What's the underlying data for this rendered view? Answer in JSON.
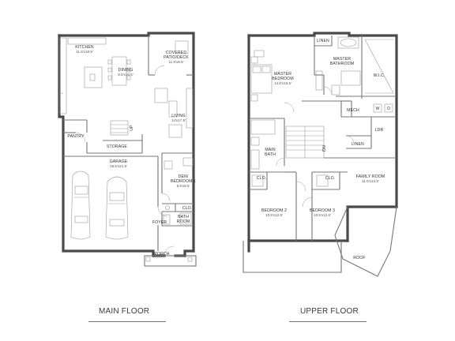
{
  "main_floor": {
    "title": "MAIN FLOOR",
    "rooms": {
      "kitchen": {
        "name": "KITCHEN",
        "dim": "11.5'x19.5'"
      },
      "patio": {
        "name1": "COVERED",
        "name2": "PATIO/DECK",
        "dim": "11.5'x9.5'"
      },
      "dining": {
        "name": "DINING",
        "dim": "9.5'x19.5'"
      },
      "living": {
        "name": "LIVING",
        "dim": "14'x17.5'"
      },
      "pantry": {
        "name": "PANTRY"
      },
      "up": {
        "name": "UP"
      },
      "storage": {
        "name": "STORAGE"
      },
      "garage": {
        "name": "GARAGE",
        "dim": "19.5'x21.5'"
      },
      "den": {
        "name1": "DEN/",
        "name2": "BEDROOM 1",
        "dim": "8.5'x9.5'"
      },
      "clo": {
        "name": "CLO."
      },
      "bath": {
        "name1": "BATH",
        "name2": "ROOM"
      },
      "foyer": {
        "name": "FOYER"
      },
      "porch": {
        "name": "PORCH"
      }
    }
  },
  "upper_floor": {
    "title": "UPPER FLOOR",
    "rooms": {
      "linen_top": {
        "name": "LINEN"
      },
      "master_bedroom": {
        "name1": "MASTER",
        "name2": "BEDROOM",
        "dim": "14.5'x16.5'"
      },
      "master_bathroom": {
        "name1": "MASTER",
        "name2": "BATHROOM"
      },
      "wic": {
        "name": "W.I.C."
      },
      "mech": {
        "name": "MECH"
      },
      "w": {
        "name": "W"
      },
      "d": {
        "name": "D"
      },
      "ldr": {
        "name": "LDR"
      },
      "linen_mid": {
        "name": "LINEN"
      },
      "main_bath": {
        "name1": "MAIN",
        "name2": "BATH"
      },
      "dn": {
        "name": "DN"
      },
      "family_room": {
        "name": "FAMILY ROOM",
        "dim": "11.5'x13.5'"
      },
      "clo_left": {
        "name": "CLO."
      },
      "clo_right": {
        "name": "CLO."
      },
      "bedroom2": {
        "name": "BEDROOM 2",
        "dim": "10.5'x12.5'"
      },
      "bedroom3": {
        "name": "BEDROOM 3",
        "dim": "10.5'x12.5'"
      },
      "roof": {
        "name": "ROOF"
      }
    }
  }
}
